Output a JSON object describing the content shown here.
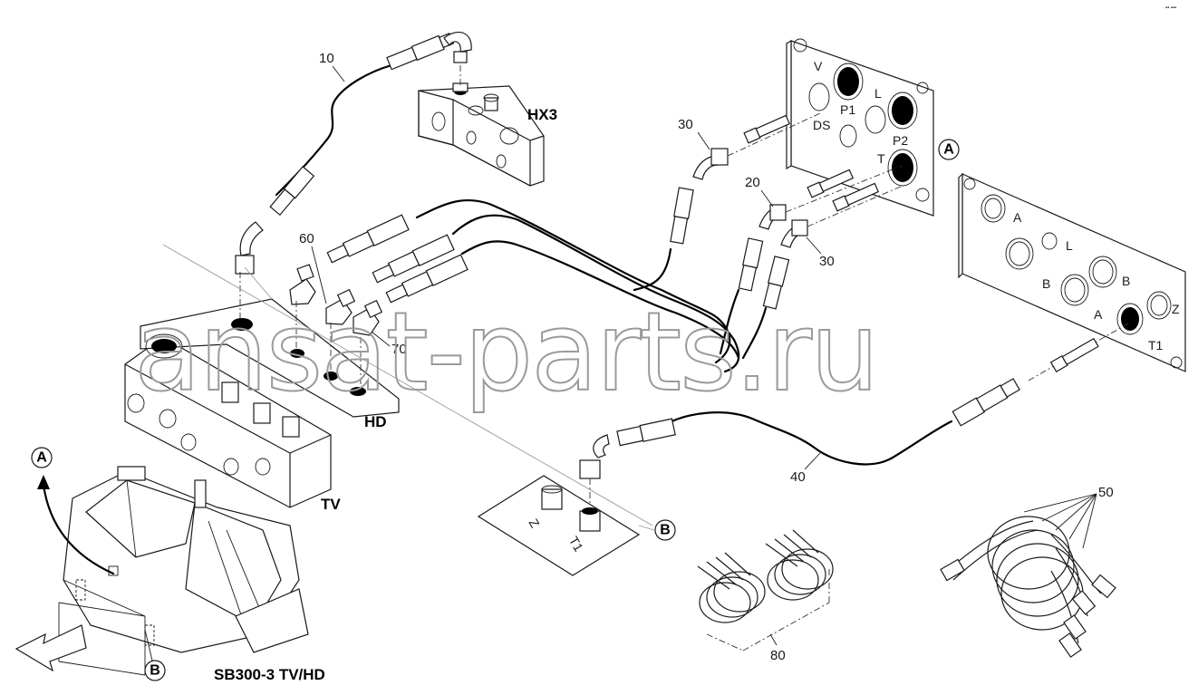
{
  "labels": {
    "hx3": "HX3",
    "hd": "HD",
    "tv": "TV",
    "model": "SB300-3 TV/HD",
    "callout_a": "A",
    "callout_b": "B"
  },
  "part_numbers": {
    "p10": "10",
    "p20": "20",
    "p30_upper": "30",
    "p30_lower": "30",
    "p40": "40",
    "p50": "50",
    "p60": "60",
    "p70": "70",
    "p80": "80"
  },
  "ports": {
    "plate_a": [
      "V",
      "P1",
      "DS",
      "L",
      "P2",
      "T"
    ],
    "plate_z": [
      "A",
      "L",
      "B",
      "B",
      "A",
      "Z",
      "T1"
    ],
    "plate_b": [
      "Z",
      "T1"
    ]
  },
  "watermark": "ansat-parts.ru",
  "corner_mark": "▪▪ ▪▪▪",
  "icons": [
    "callout-circle",
    "arrow-pointer"
  ],
  "colors": {
    "line": "#1a1a1a",
    "watermark": "#9a9a9a",
    "background": "#ffffff"
  }
}
